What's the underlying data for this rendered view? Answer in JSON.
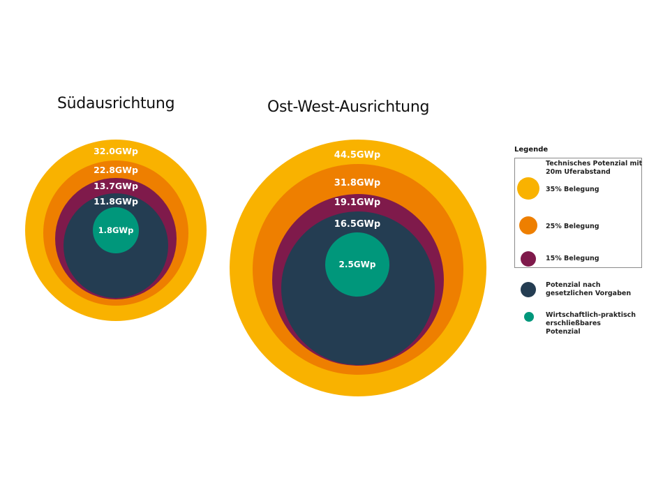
{
  "titles": {
    "left": "Südausrichtung",
    "right": "Ost-West-Ausrichtung"
  },
  "colors": {
    "belegung_35": "#F9B200",
    "belegung_25": "#EE7F00",
    "belegung_15": "#7F1A4B",
    "gesetzlich": "#243D52",
    "wirtschaftlich": "#00977B"
  },
  "charts": {
    "sued": {
      "v35": "32.0GWp",
      "v25": "22.8GWp",
      "v15": "13.7GWp",
      "gesetzlich": "11.8GWp",
      "wirtschaftlich": "1.8GWp"
    },
    "ostwest": {
      "v35": "44.5GWp",
      "v25": "31.8GWp",
      "v15": "19.1GWp",
      "gesetzlich": "16.5GWp",
      "wirtschaftlich": "2.5GWp"
    }
  },
  "legend": {
    "title": "Legende",
    "group_header": "Technisches Potenzial mit 20m Uferabstand",
    "items": [
      {
        "label": "35% Belegung",
        "color": "#F9B200"
      },
      {
        "label": "25% Belegung",
        "color": "#EE7F00"
      },
      {
        "label": "15% Belegung",
        "color": "#7F1A4B"
      },
      {
        "label": "Potenzial nach gesetzlichen Vorgaben",
        "color": "#243D52"
      },
      {
        "label": "Wirtschaftlich-praktisch erschließbares Potenzial",
        "color": "#00977B"
      }
    ]
  },
  "chart_data": {
    "type": "nested-bubble",
    "title": "",
    "unit": "GWp",
    "categories": [
      "Südausrichtung",
      "Ost-West-Ausrichtung"
    ],
    "series": [
      {
        "name": "Technisches Potenzial mit 20m Uferabstand – 35% Belegung",
        "values": [
          32.0,
          44.5
        ]
      },
      {
        "name": "Technisches Potenzial mit 20m Uferabstand – 25% Belegung",
        "values": [
          22.8,
          31.8
        ]
      },
      {
        "name": "Technisches Potenzial mit 20m Uferabstand – 15% Belegung",
        "values": [
          13.7,
          19.1
        ]
      },
      {
        "name": "Potenzial nach gesetzlichen Vorgaben",
        "values": [
          11.8,
          16.5
        ]
      },
      {
        "name": "Wirtschaftlich-praktisch erschließbares Potenzial",
        "values": [
          1.8,
          2.5
        ]
      }
    ],
    "legend_position": "right",
    "grid": false
  }
}
